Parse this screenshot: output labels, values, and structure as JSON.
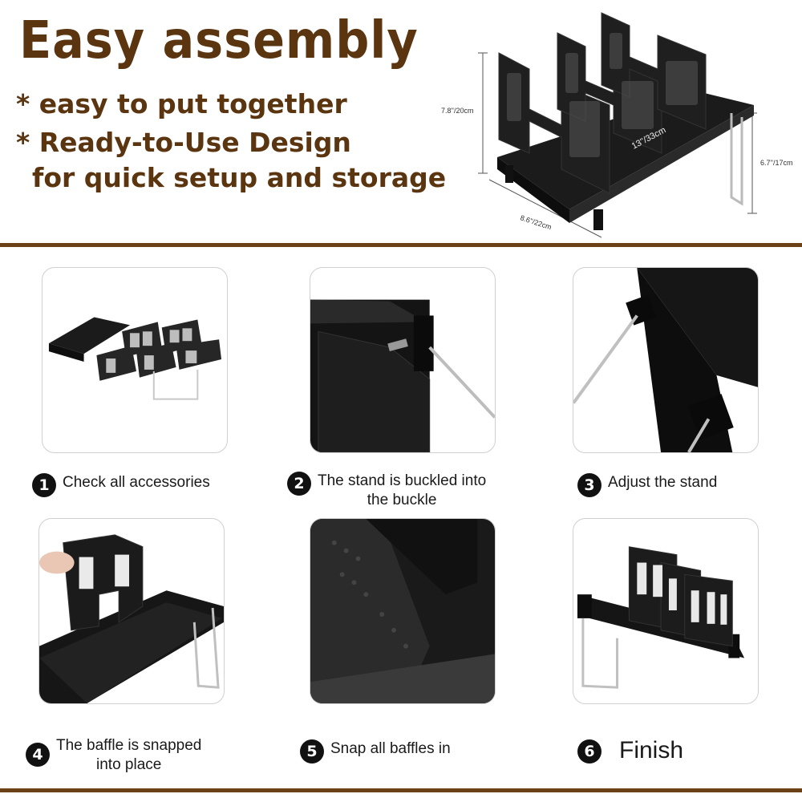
{
  "header": {
    "title": "Easy assembly",
    "bullets": [
      "* easy to put together",
      "* Ready-to-Use Design",
      "for quick setup and storage"
    ]
  },
  "dimensions": {
    "height": "7.8''/20cm",
    "length": "13''/33cm",
    "width": "8.6''/22cm",
    "stand_height": "6.7''/17cm"
  },
  "steps": [
    {
      "number": "1",
      "line1": "Check all accessories",
      "line2": ""
    },
    {
      "number": "2",
      "line1": "The stand is buckled into",
      "line2": "the buckle"
    },
    {
      "number": "3",
      "line1": "Adjust the stand",
      "line2": ""
    },
    {
      "number": "4",
      "line1": "The baffle is snapped",
      "line2": "into place"
    },
    {
      "number": "5",
      "line1": "Snap all baffles in",
      "line2": ""
    },
    {
      "number": "6",
      "line1": "Finish",
      "line2": ""
    }
  ],
  "colors": {
    "brand_brown": "#5a3510",
    "divider": "#6b4217",
    "product": "#1b1b1b"
  }
}
